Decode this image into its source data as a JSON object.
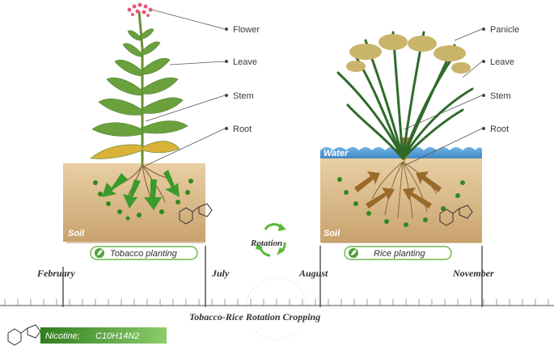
{
  "tobacco": {
    "labels": [
      "Flower",
      "Leave",
      "Stem",
      "Root"
    ],
    "soil_label": "Soil",
    "planting_label": "Tobacco planting"
  },
  "rice": {
    "labels": [
      "Panicle",
      "Leave",
      "Stem",
      "Root"
    ],
    "water_label": "Water",
    "soil_label": "Soil",
    "planting_label": "Rice planting"
  },
  "rotation_label": "Rotation",
  "timeline": {
    "months": [
      "February",
      "July",
      "August",
      "November"
    ],
    "title": "Tobacco-Rice Rotation Cropping"
  },
  "nicotine": {
    "label": "Nicotine;",
    "formula": "C10H14N2"
  },
  "colors": {
    "soil": "#d9b98a",
    "water": "#4f9ed6",
    "leaf": "#5f9a3a",
    "arrow_green": "#3a9b2a",
    "arrow_brown": "#9a6a2a",
    "badge": "#3f8f2a"
  }
}
